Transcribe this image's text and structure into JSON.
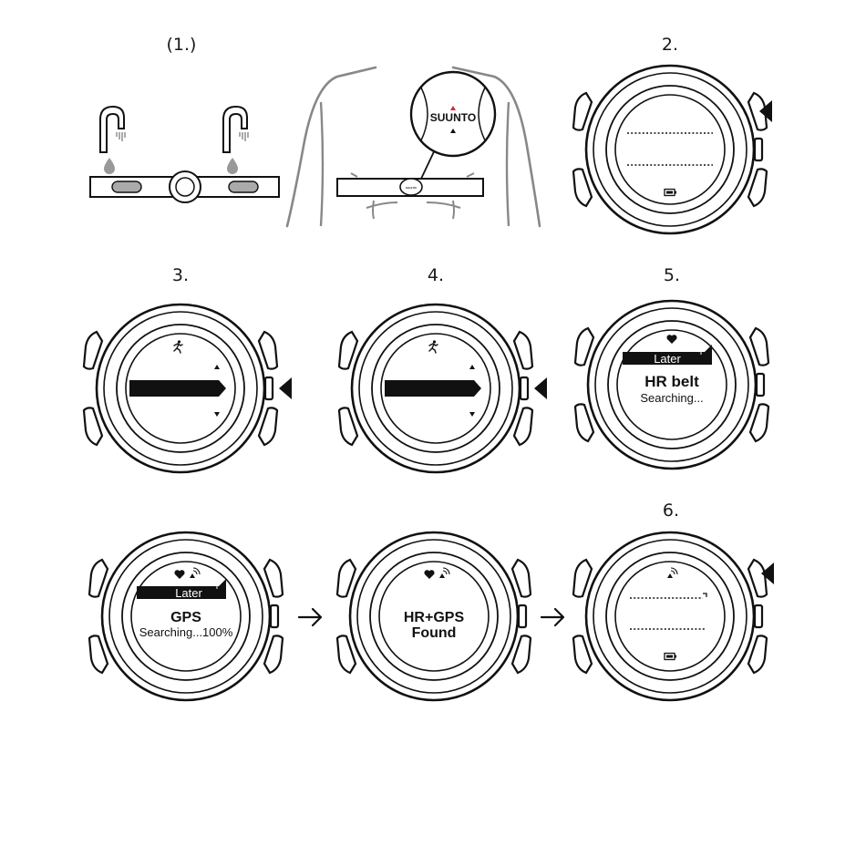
{
  "steps": {
    "s1": "(1.)",
    "s2": "2.",
    "s3": "3.",
    "s4": "4.",
    "s5": "5.",
    "s6": "6."
  },
  "belt": {
    "brand": "SUUNTO"
  },
  "watch5": {
    "later": "Later",
    "title": "HR belt",
    "status": "Searching..."
  },
  "watch6a": {
    "later": "Later",
    "title": "GPS",
    "status": "Searching...100%"
  },
  "watch6b": {
    "line1": "HR+GPS",
    "line2": "Found"
  },
  "icons": {
    "heart": "heart-icon",
    "gps": "gps-signal-icon",
    "runner": "runner-icon",
    "battery": "battery-icon",
    "arrow": "arrow-right-icon",
    "pointer": "button-pointer-icon"
  }
}
